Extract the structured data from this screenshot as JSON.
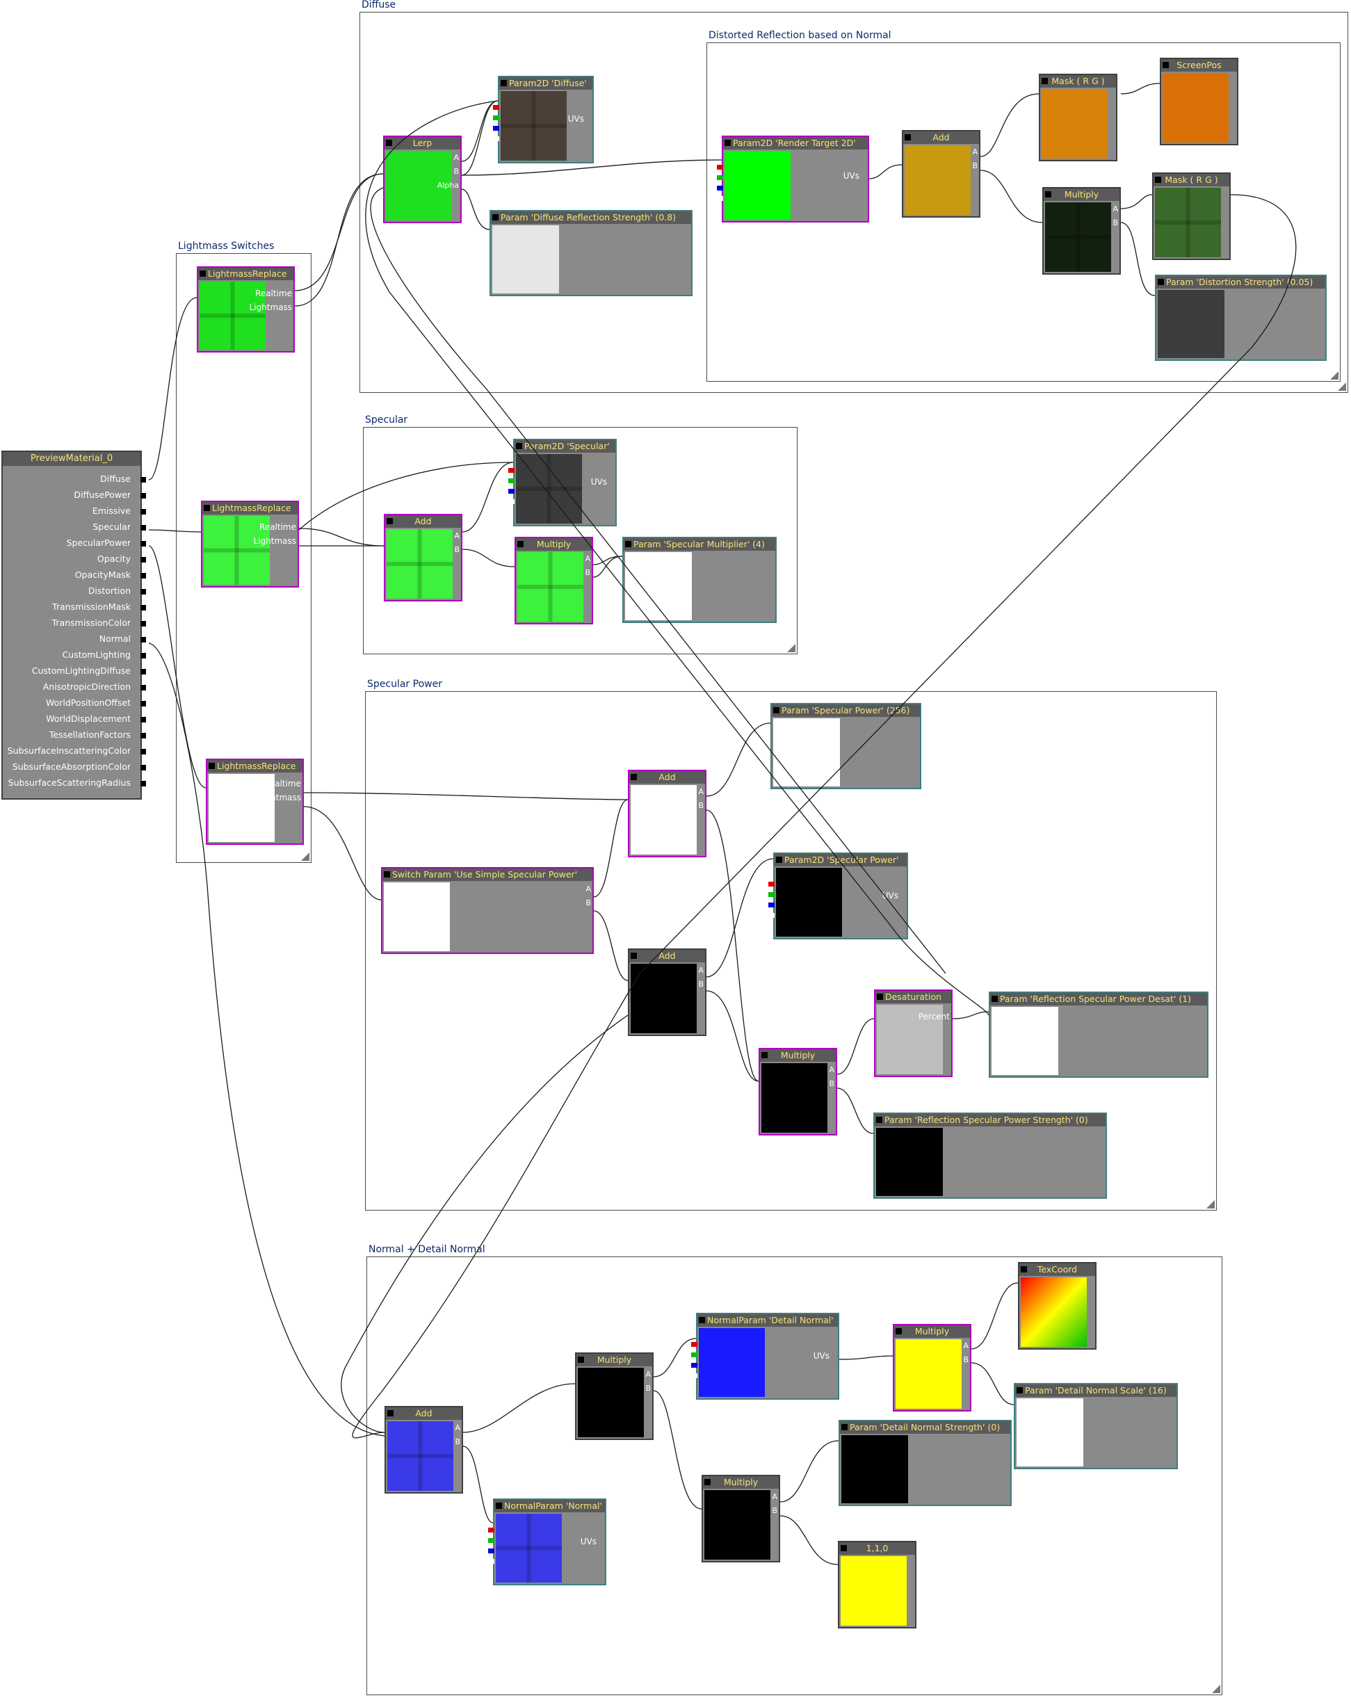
{
  "material": {
    "title": "PreviewMaterial_0",
    "inputs": [
      "Diffuse",
      "DiffusePower",
      "Emissive",
      "Specular",
      "SpecularPower",
      "Opacity",
      "OpacityMask",
      "Distortion",
      "TransmissionMask",
      "TransmissionColor",
      "Normal",
      "CustomLighting",
      "CustomLightingDiffuse",
      "AnisotropicDirection",
      "WorldPositionOffset",
      "WorldDisplacement",
      "TessellationFactors",
      "SubsurfaceInscatteringColor",
      "SubsurfaceAbsorptionColor",
      "SubsurfaceScatteringRadius"
    ]
  },
  "groups": {
    "diffuse": "Diffuse",
    "distorted": "Distorted Reflection based on Normal",
    "lightmass": "Lightmass Switches",
    "specular": "Specular",
    "specular_power": "Specular Power",
    "normal": "Normal + Detail Normal"
  },
  "nodes": {
    "lm1": {
      "title": "LightmassReplace",
      "pins": [
        "Realtime",
        "Lightmass"
      ]
    },
    "lm2": {
      "title": "LightmassReplace",
      "pins": [
        "Realtime",
        "Lightmass"
      ]
    },
    "lm3": {
      "title": "LightmassReplace",
      "pins": [
        "Realtime",
        "Lightmass"
      ]
    },
    "lerp": {
      "title": "Lerp",
      "pins": [
        "A",
        "B",
        "Alpha"
      ]
    },
    "diffuse_tex": {
      "title": "Param2D 'Diffuse'",
      "pins": [
        "UVs"
      ]
    },
    "diffuse_refl": {
      "title": "Param 'Diffuse Reflection Strength' (0.8)"
    },
    "rt2d": {
      "title": "Param2D 'Render Target 2D'",
      "pins": [
        "UVs"
      ]
    },
    "add_d": {
      "title": "Add",
      "pins": [
        "A",
        "B"
      ]
    },
    "mask_rg1": {
      "title": "Mask ( R G )"
    },
    "screenpos": {
      "title": "ScreenPos"
    },
    "multiply_d": {
      "title": "Multiply",
      "pins": [
        "A",
        "B"
      ]
    },
    "mask_rg2": {
      "title": "Mask ( R G )"
    },
    "distortion": {
      "title": "Param 'Distortion Strength' (0.05)"
    },
    "spec_tex": {
      "title": "Param2D 'Specular'",
      "pins": [
        "UVs"
      ]
    },
    "add_s": {
      "title": "Add",
      "pins": [
        "A",
        "B"
      ]
    },
    "multiply_s": {
      "title": "Multiply",
      "pins": [
        "A",
        "B"
      ]
    },
    "spec_mult": {
      "title": "Param 'Specular Multiplier' (4)"
    },
    "spec_power": {
      "title": "Param 'Specular Power' (256)"
    },
    "add_sp1": {
      "title": "Add",
      "pins": [
        "A",
        "B"
      ]
    },
    "switch": {
      "title": "Switch Param 'Use Simple Specular Power'",
      "pins": [
        "A",
        "B"
      ]
    },
    "spec_power_tex": {
      "title": "Param2D 'Specular Power'",
      "pins": [
        "UVs"
      ]
    },
    "add_sp2": {
      "title": "Add",
      "pins": [
        "A",
        "B"
      ]
    },
    "desat": {
      "title": "Desaturation",
      "pins": [
        "Percent"
      ]
    },
    "refl_desat": {
      "title": "Param 'Reflection Specular Power Desat' (1)"
    },
    "multiply_sp": {
      "title": "Multiply",
      "pins": [
        "A",
        "B"
      ]
    },
    "refl_strength": {
      "title": "Param 'Reflection Specular Power Strength' (0)"
    },
    "texcoord": {
      "title": "TexCoord"
    },
    "detail_normal": {
      "title": "NormalParam 'Detail Normal'",
      "pins": [
        "UVs"
      ]
    },
    "multiply_n1": {
      "title": "Multiply",
      "pins": [
        "A",
        "B"
      ]
    },
    "multiply_uv": {
      "title": "Multiply",
      "pins": [
        "A",
        "B"
      ]
    },
    "detail_scale": {
      "title": "Param 'Detail Normal Scale' (16)"
    },
    "detail_strength": {
      "title": "Param 'Detail Normal Strength' (0)"
    },
    "add_n": {
      "title": "Add",
      "pins": [
        "A",
        "B"
      ]
    },
    "normal_param": {
      "title": "NormalParam 'Normal'",
      "pins": [
        "UVs"
      ]
    },
    "multiply_n2": {
      "title": "Multiply",
      "pins": [
        "A",
        "B"
      ]
    },
    "const110": {
      "title": "1,1,0"
    }
  },
  "colors": {
    "canvas": "#ffffff",
    "node_body": "#8a8a8a",
    "node_header": "#5a5a5a",
    "header_text": "#f6e27a",
    "group_title": "#0a2a6a",
    "selected_border": "#b000c0",
    "texture_border": "#3e7f7f",
    "green": "#1fe01f",
    "bright_green": "#3cf23c",
    "orange": "#d9820a",
    "gold": "#c79a10",
    "yellow": "#ffff00",
    "blue": "#1a1aff",
    "normal_blue": "#3a3ae8",
    "black": "#000000",
    "white": "#ffffff",
    "dark_gray": "#3d3d3d",
    "light_gray": "#e6e6e6",
    "desat_gray": "#bdbdbd"
  }
}
